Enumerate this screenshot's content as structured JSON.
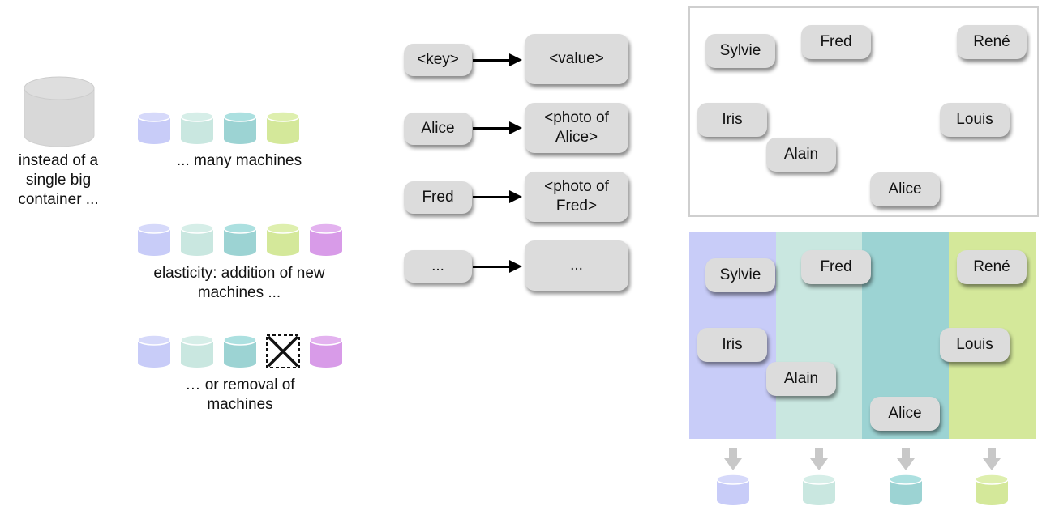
{
  "colors": {
    "big_container": "#d8d8d8",
    "machine_1": "#c8ccf8",
    "machine_2": "#c9e7e0",
    "machine_3": "#9cd3d3",
    "machine_4": "#d4e89a",
    "machine_5": "#d89be8",
    "node": "#dcdcdc"
  },
  "left": {
    "single_label": "instead of a single big container ...",
    "many_label": "... many machines",
    "elastic_label": "elasticity: addition of new machines ...",
    "removal_label": "… or removal of machines"
  },
  "kv": {
    "rows": [
      {
        "key": "<key>",
        "value": "<value>"
      },
      {
        "key": "Alice",
        "value": "<photo of Alice>"
      },
      {
        "key": "Fred",
        "value": "<photo of Fred>"
      },
      {
        "key": "...",
        "value": "..."
      }
    ]
  },
  "people": {
    "sylvie": "Sylvie",
    "fred": "Fred",
    "rene": "René",
    "iris": "Iris",
    "louis": "Louis",
    "alain": "Alain",
    "alice": "Alice"
  }
}
